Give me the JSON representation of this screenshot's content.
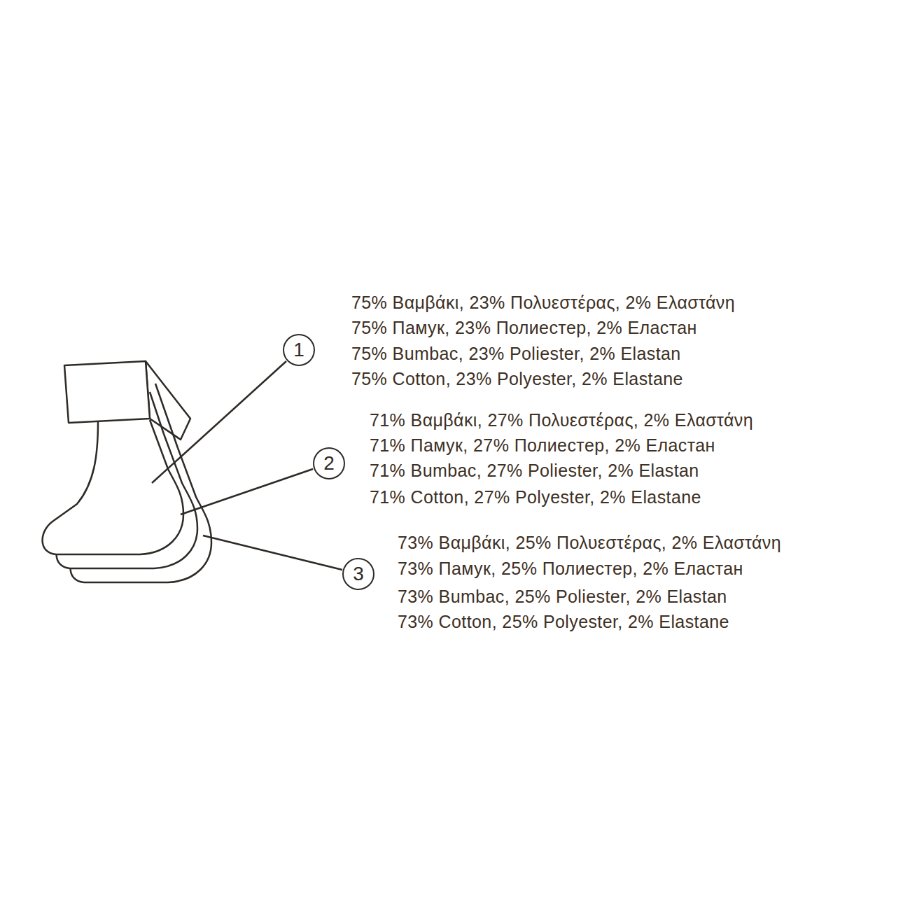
{
  "diagram": {
    "nodes": [
      {
        "text": [
          "1"
        ]
      },
      {
        "text": [
          "2"
        ]
      },
      {
        "text": [
          "3"
        ]
      }
    ],
    "labels": [
      "75% Βαμβάκι, 23% Πολυεστέρας, 2% Ελαστάνη",
      "75% Памук, 23% Полиестер, 2% Еластан",
      "75% Bumbac, 23% Poliester, 2% Elastan",
      "75% Cotton, 23% Polyester, 2% Elastane",
      "71% Βαμβάκι, 27% Πολυεστέρας, 2% Ελαστάνη",
      "71% Памук, 27% Полиестер, 2% Еластан",
      "71% Bumbac, 27% Poliester, 2% Elastan",
      "71% Cotton, 27% Polyester, 2% Elastane",
      "73% Βαμβάκι, 25% Πολυεστέρας, 2% Ελαστάνη",
      "73% Памук, 25% Полиестер, 2% Еластан",
      "73% Bumbac, 25% Poliester, 2% Elastan",
      "73% Cotton, 25% Polyester, 2% Elastane"
    ]
  }
}
